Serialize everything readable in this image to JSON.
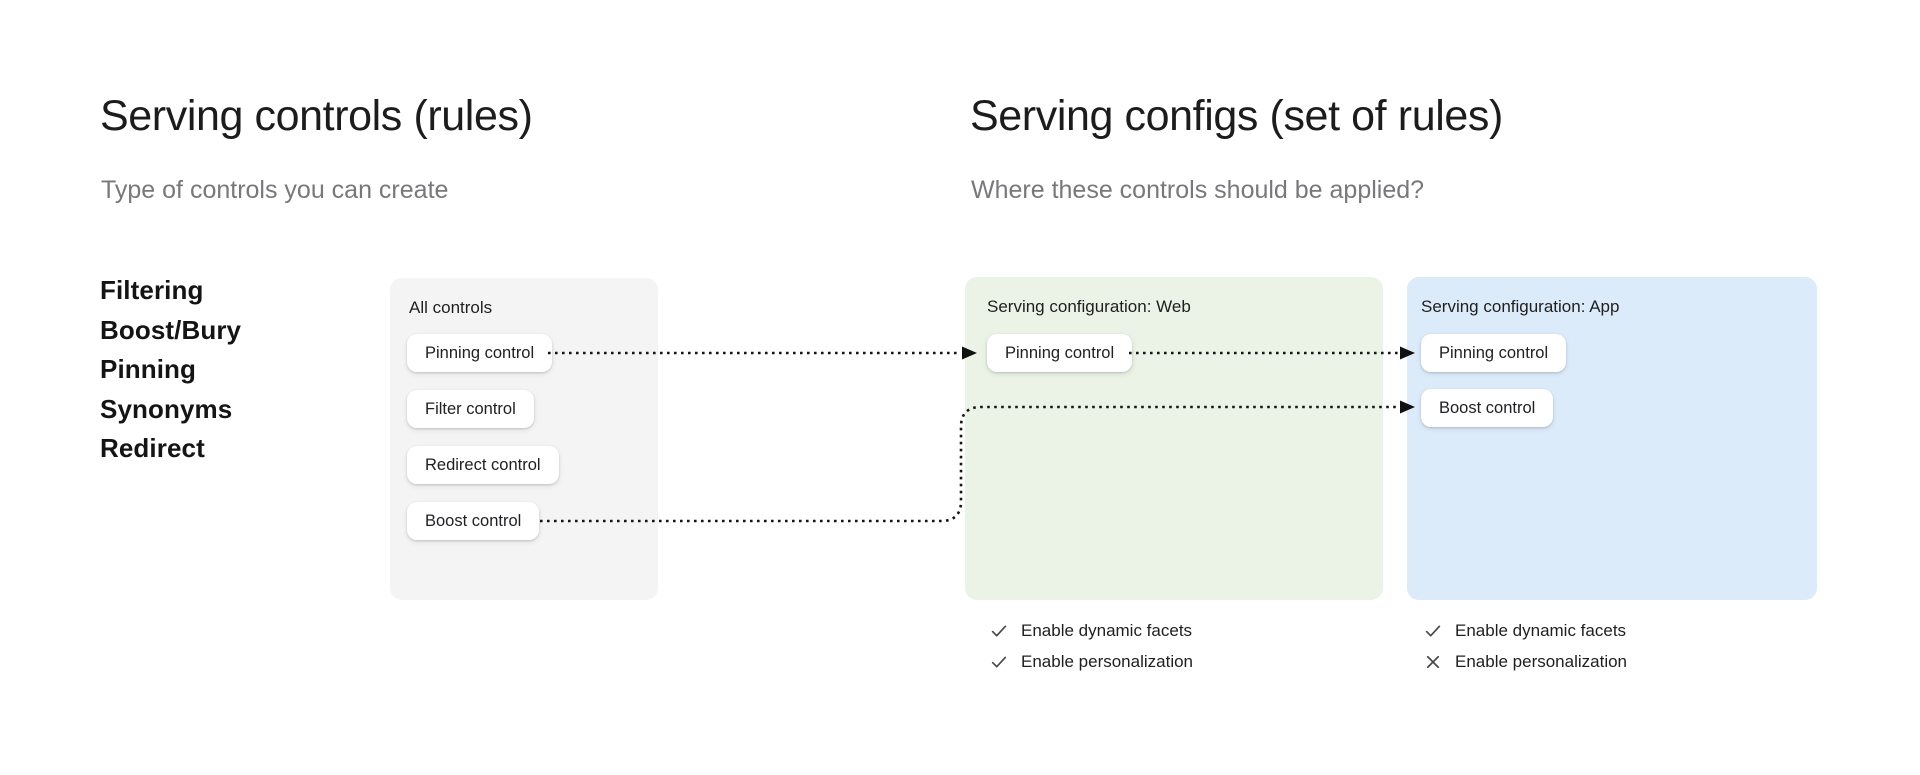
{
  "left_section": {
    "title": "Serving controls (rules)",
    "subtitle": "Type of controls you can create",
    "control_types": [
      "Filtering",
      "Boost/Bury",
      "Pinning",
      "Synonyms",
      "Redirect"
    ]
  },
  "right_section": {
    "title": "Serving configs (set of rules)",
    "subtitle": "Where these controls should be applied?"
  },
  "cards": {
    "all": {
      "title": "All controls",
      "controls": [
        "Pinning control",
        "Filter control",
        "Redirect control",
        "Boost control"
      ]
    },
    "web": {
      "title": "Serving configuration: Web",
      "controls": [
        "Pinning control"
      ],
      "features": [
        {
          "label": "Enable dynamic facets",
          "enabled": true,
          "icon": "check-icon"
        },
        {
          "label": "Enable personalization",
          "enabled": true,
          "icon": "check-icon"
        }
      ]
    },
    "app": {
      "title": "Serving configuration: App",
      "controls": [
        "Pinning control",
        "Boost control"
      ],
      "features": [
        {
          "label": "Enable dynamic facets",
          "enabled": true,
          "icon": "check-icon"
        },
        {
          "label": "Enable personalization",
          "enabled": false,
          "icon": "x-icon"
        }
      ]
    }
  },
  "connections": [
    {
      "from": "all-controls.pinning-control",
      "to": "web.pinning-control",
      "style": "dotted-arrow"
    },
    {
      "from": "web.pinning-control",
      "to": "app.pinning-control",
      "style": "dotted-arrow"
    },
    {
      "from": "all-controls.boost-control",
      "to": "app.boost-control",
      "style": "dotted-arrow"
    }
  ],
  "colors": {
    "background": "#ffffff",
    "all_controls_card_bg": "#f4f4f4",
    "web_card_bg": "#eaf3e6",
    "app_card_bg": "#dcebfa",
    "chip_bg": "#ffffff",
    "heading_text": "#1c1c1c",
    "subtitle_text": "#77787b",
    "body_text": "#1f1f1f",
    "icon": "#47484b",
    "arrow": "#161616"
  }
}
